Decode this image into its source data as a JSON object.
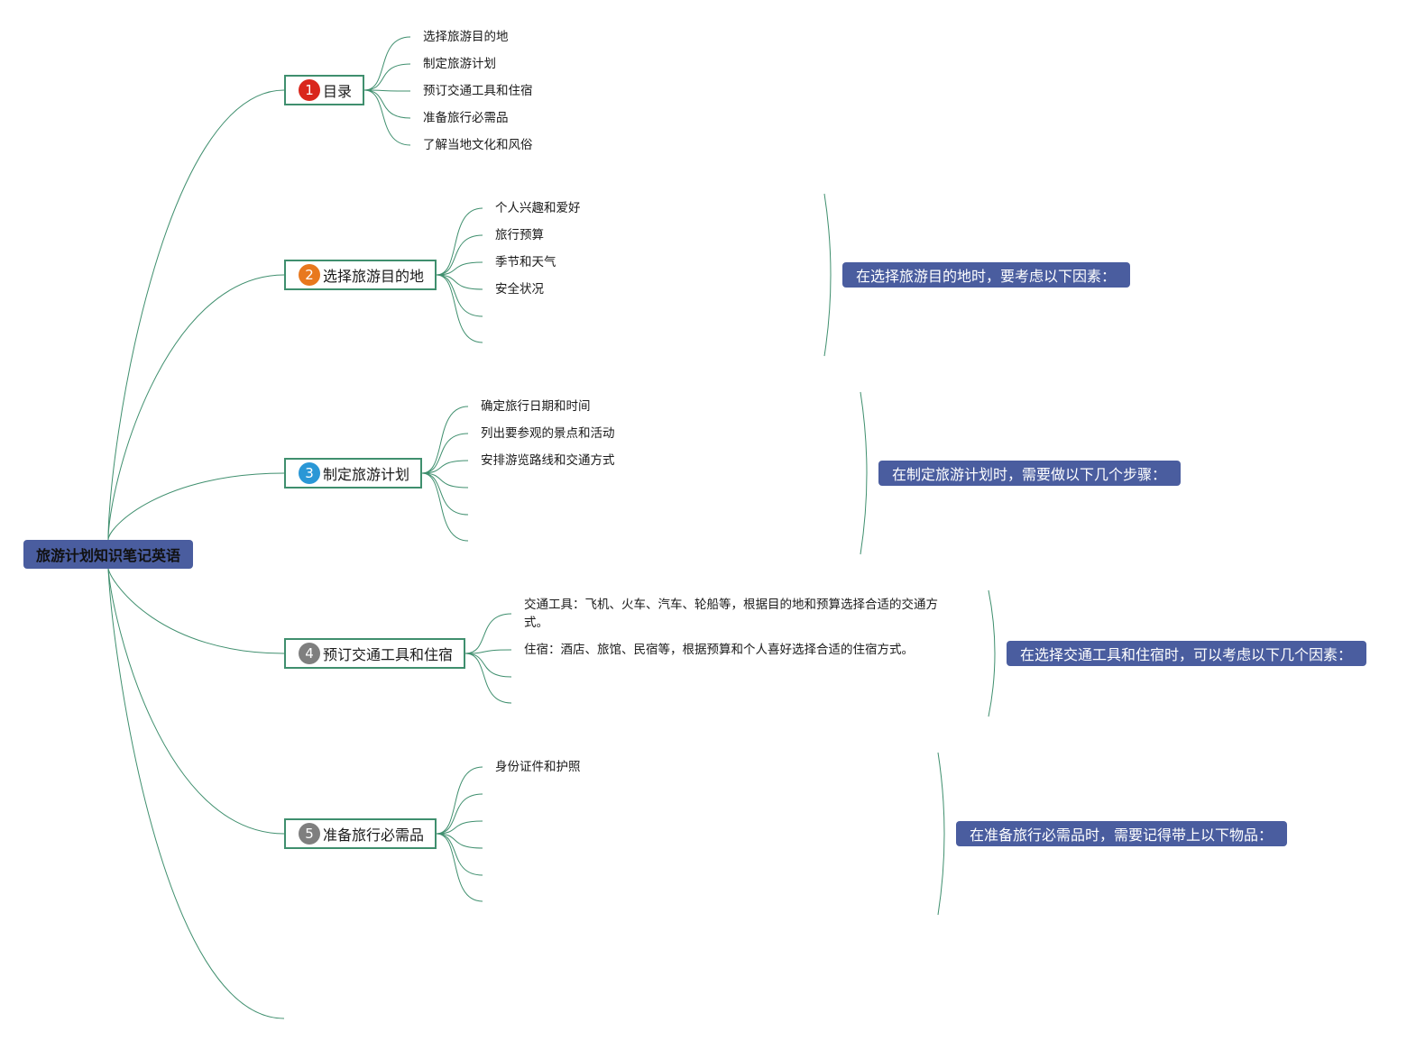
{
  "root": {
    "label": "旅游计划知识笔记英语"
  },
  "colors": {
    "connector": "#3f8f6e",
    "root_fill": "#4a5d9f",
    "summary_fill": "#4a5d9f"
  },
  "branches": [
    {
      "number": "1",
      "badge_color": "#d9261c",
      "label": "目录",
      "items": [
        "选择旅游目的地",
        "制定旅游计划",
        "预订交通工具和住宿",
        "准备旅行必需品",
        "了解当地文化和风俗"
      ],
      "summary": ""
    },
    {
      "number": "2",
      "badge_color": "#e8781e",
      "label": "选择旅游目的地",
      "items": [
        "个人兴趣和爱好",
        "旅行预算",
        "季节和天气",
        "安全状况"
      ],
      "summary": "在选择旅游目的地时，要考虑以下因素："
    },
    {
      "number": "3",
      "badge_color": "#2a97d6",
      "label": "制定旅游计划",
      "items": [
        "确定旅行日期和时间",
        "列出要参观的景点和活动",
        "安排游览路线和交通方式"
      ],
      "summary": "在制定旅游计划时，需要做以下几个步骤："
    },
    {
      "number": "4",
      "badge_color": "#7f7f7f",
      "label": "预订交通工具和住宿",
      "items": [
        "交通工具：飞机、火车、汽车、轮船等，根据目的地和预算选择合适的交通方式。",
        "住宿：酒店、旅馆、民宿等，根据预算和个人喜好选择合适的住宿方式。"
      ],
      "summary": "在选择交通工具和住宿时，可以考虑以下几个因素："
    },
    {
      "number": "5",
      "badge_color": "#7f7f7f",
      "label": "准备旅行必需品",
      "items": [
        "身份证件和护照"
      ],
      "summary": "在准备旅行必需品时，需要记得带上以下物品："
    }
  ]
}
